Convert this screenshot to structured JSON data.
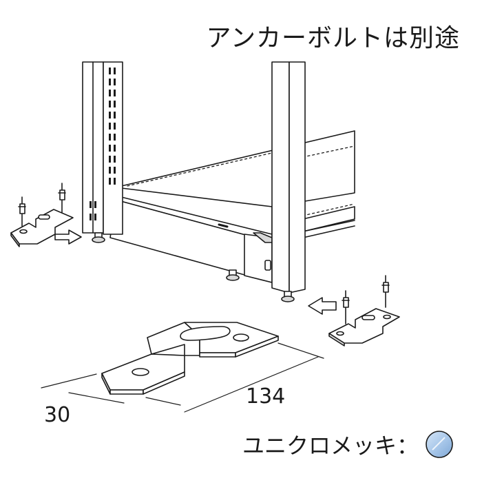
{
  "title_note": "アンカーボルトは別途",
  "dimensions": {
    "width_small": "30",
    "length": "134"
  },
  "finish": {
    "label": "ユニクロメッキ：",
    "swatch_color": "#a9c8ea",
    "swatch_icon": "zinc-plating-swatch-icon"
  },
  "colors": {
    "line": "#1a1a1a",
    "panel": "#ffffff",
    "shade": "#d9d9d9"
  }
}
